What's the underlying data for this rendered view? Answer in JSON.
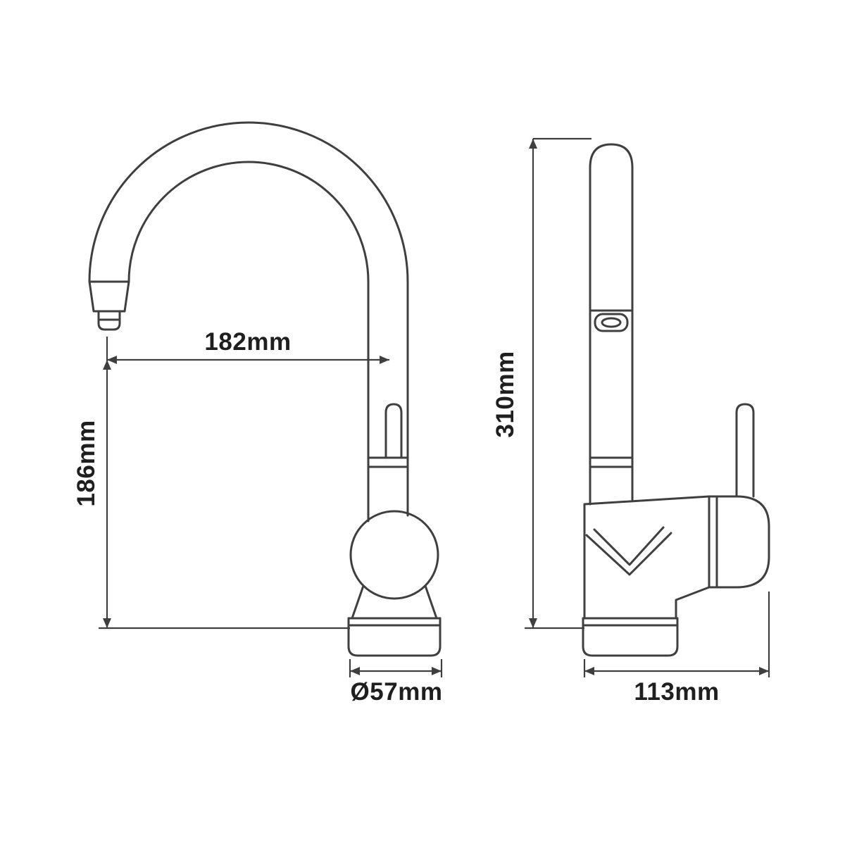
{
  "page": {
    "background_color": "#ffffff",
    "line_color": "#3f3f3f",
    "text_color": "#1f1f1f"
  },
  "drawing": {
    "subject": "single-lever kitchen faucet dimension diagram, front and side orthographic views",
    "dimensions": {
      "spout_reach": "182mm",
      "height_to_spout": "186mm",
      "total_height": "310mm",
      "base_diameter": "Ø57mm",
      "body_depth": "113mm"
    }
  }
}
